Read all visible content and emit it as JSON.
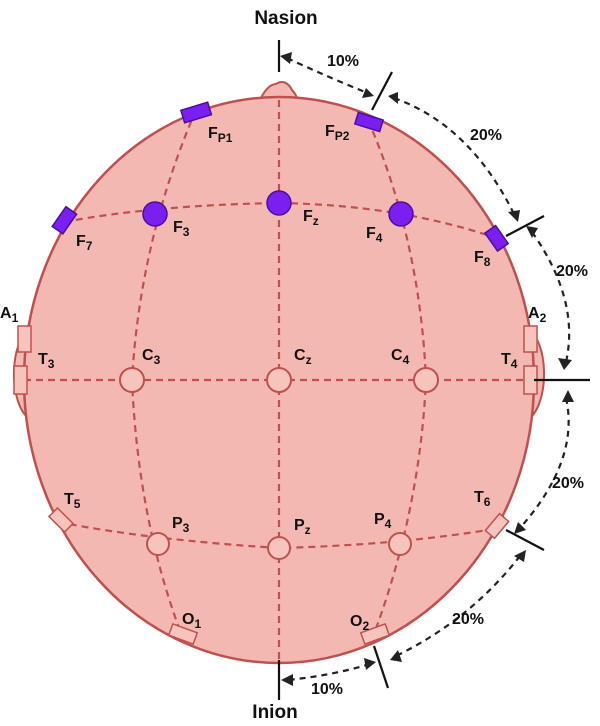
{
  "landmarks": {
    "nasion": "Nasion",
    "inion": "Inion"
  },
  "electrodes": {
    "fp1": {
      "main": "F",
      "sub": "P1"
    },
    "fp2": {
      "main": "F",
      "sub": "P2"
    },
    "f7": {
      "main": "F",
      "sub": "7"
    },
    "f3": {
      "main": "F",
      "sub": "3"
    },
    "fz": {
      "main": "F",
      "sub": "z"
    },
    "f4": {
      "main": "F",
      "sub": "4"
    },
    "f8": {
      "main": "F",
      "sub": "8"
    },
    "a1": {
      "main": "A",
      "sub": "1"
    },
    "a2": {
      "main": "A",
      "sub": "2"
    },
    "t3": {
      "main": "T",
      "sub": "3"
    },
    "c3": {
      "main": "C",
      "sub": "3"
    },
    "cz": {
      "main": "C",
      "sub": "z"
    },
    "c4": {
      "main": "C",
      "sub": "4"
    },
    "t4": {
      "main": "T",
      "sub": "4"
    },
    "t5": {
      "main": "T",
      "sub": "5"
    },
    "p3": {
      "main": "P",
      "sub": "3"
    },
    "pz": {
      "main": "P",
      "sub": "z"
    },
    "p4": {
      "main": "P",
      "sub": "4"
    },
    "t6": {
      "main": "T",
      "sub": "6"
    },
    "o1": {
      "main": "O",
      "sub": "1"
    },
    "o2": {
      "main": "O",
      "sub": "2"
    }
  },
  "spacing": {
    "nasion_fp2": "10%",
    "fp2_f8": "20%",
    "f8_t4": "20%",
    "t4_t6": "20%",
    "t6_o2": "20%",
    "o2_inion": "10%"
  },
  "colors": {
    "head_fill": "#f4b8b3",
    "head_stroke": "#c0504d",
    "active_electrode": "#7a1ff0",
    "electrode_outline": "#c0504d"
  }
}
